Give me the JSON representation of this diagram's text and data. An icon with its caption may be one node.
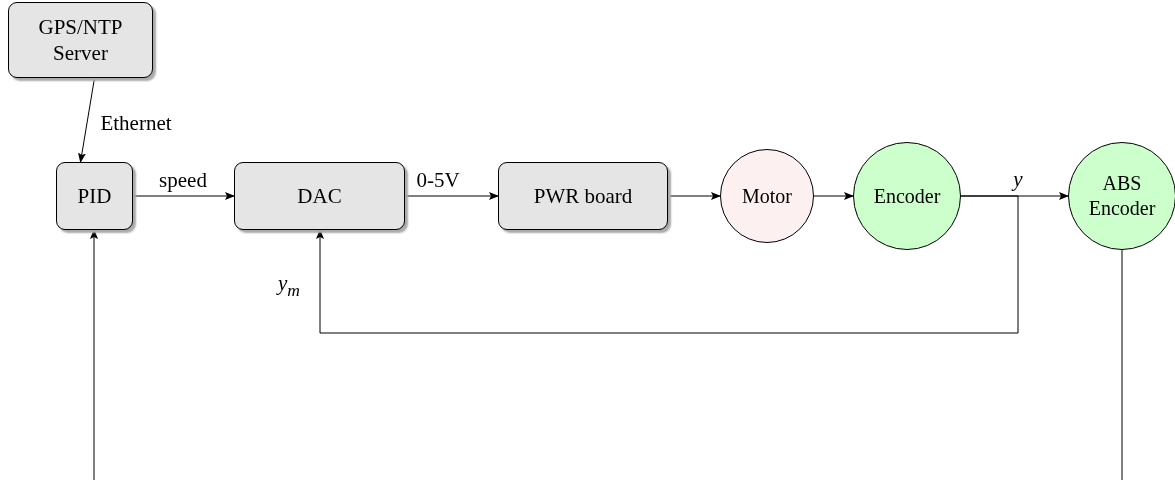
{
  "diagram": {
    "nodes": [
      {
        "text": [
          "GPS/NTP Server"
        ]
      },
      {
        "text": [
          "PID"
        ]
      },
      {
        "text": [
          "DAC"
        ]
      },
      {
        "text": [
          "PWR board"
        ]
      },
      {
        "text": [
          "Motor"
        ]
      },
      {
        "text": [
          "Encoder"
        ]
      },
      {
        "text": [
          "ABS Encoder"
        ]
      }
    ],
    "edges": [
      {
        "from": 0,
        "to": 1,
        "arrow": "to",
        "label": "Ethernet"
      },
      {
        "from": 1,
        "to": 2,
        "arrow": "to",
        "label": "speed"
      },
      {
        "from": 2,
        "to": 3,
        "arrow": "to",
        "label": "0-5V"
      },
      {
        "from": 3,
        "to": 4,
        "arrow": "to"
      },
      {
        "from": 4,
        "to": 5,
        "arrow": "to"
      },
      {
        "from": 5,
        "to": 6,
        "arrow": "to",
        "label": "y"
      },
      {
        "from": 5,
        "to": 2,
        "arrow": "to",
        "label": "y$_{m}$"
      },
      {
        "from": null,
        "to": 1,
        "arrow": "to"
      },
      {
        "from": 6,
        "to": null,
        "arrow": "none"
      }
    ]
  }
}
